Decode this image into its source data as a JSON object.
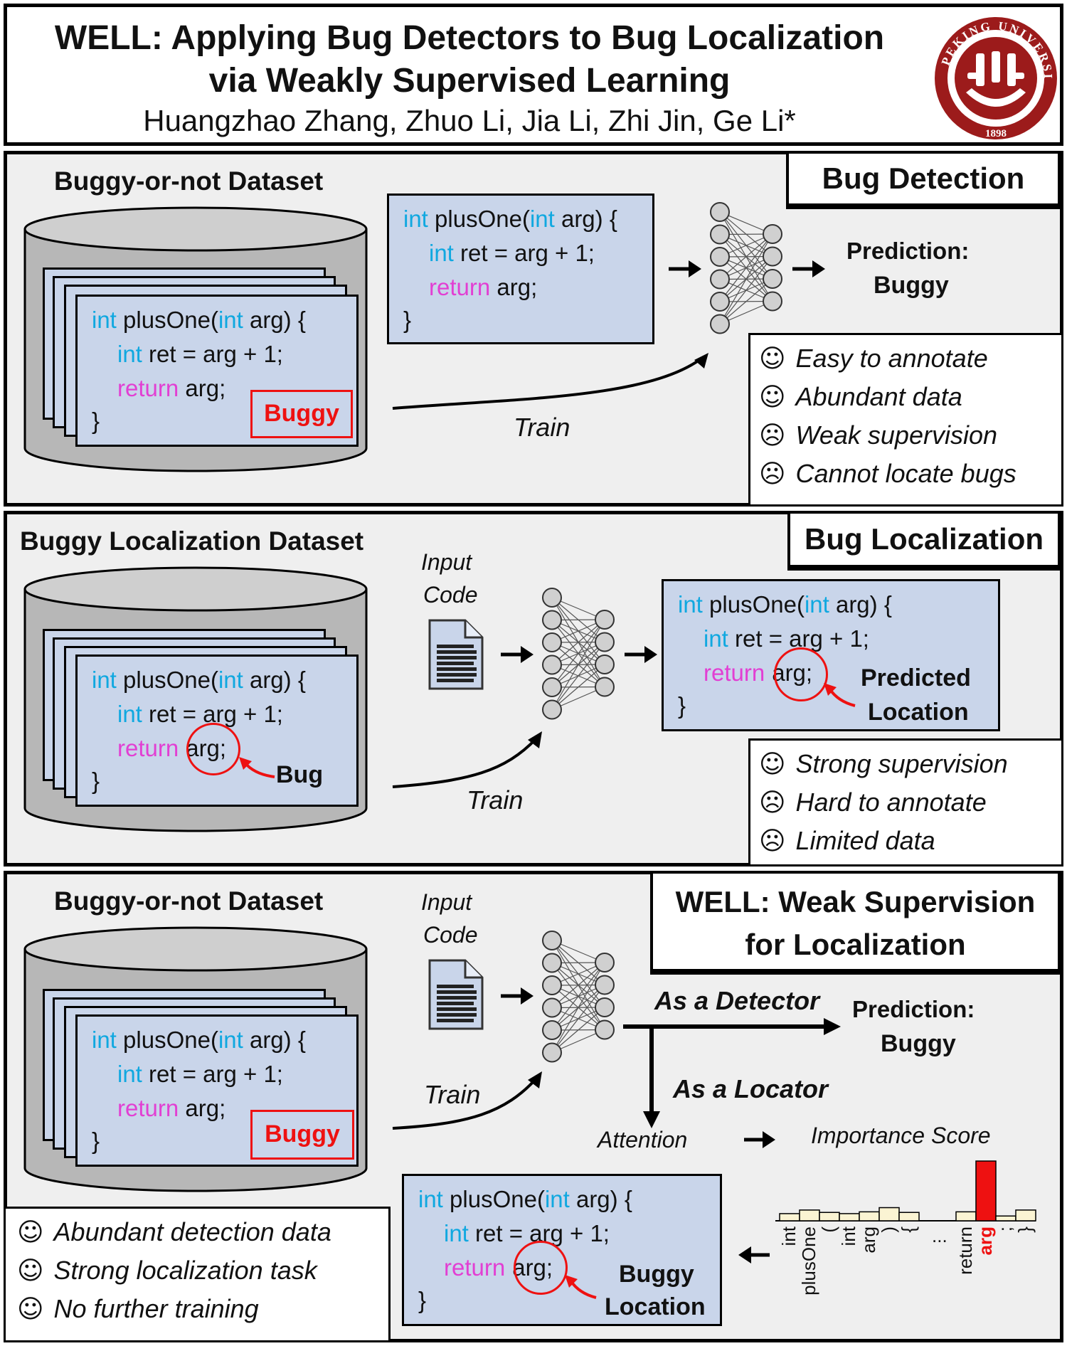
{
  "header": {
    "title_line1": "WELL: Applying Bug Detectors to Bug Localization",
    "title_line2": "via Weakly Supervised Learning",
    "authors": "Huangzhao Zhang, Zhuo Li, Jia Li, Zhi Jin, Ge Li*",
    "logo": {
      "university_text": "PEKING UNIVERSITY",
      "year": "1898"
    }
  },
  "code_sample": {
    "line1_kw": "int",
    "line1_mid": " plusOne(",
    "line1_kw2": "int",
    "line1_end": " arg) {",
    "line2_kw": "int",
    "line2_end": " ret = arg + 1;",
    "line3_kw": "return",
    "line3_end": " arg;",
    "line3_end_nospace": "arg;",
    "line4": "}"
  },
  "panel1": {
    "tag": "Bug Detection",
    "dataset_label": "Buggy-or-not Dataset",
    "dataset_label_badge": "Buggy",
    "train_label": "Train",
    "prediction_label": "Prediction:",
    "prediction_value": "Buggy",
    "props": [
      {
        "icon": "☺",
        "text": "Easy to annotate"
      },
      {
        "icon": "☺",
        "text": "Abundant data"
      },
      {
        "icon": "☹",
        "text": "Weak supervision"
      },
      {
        "icon": "☹",
        "text": "Cannot locate bugs"
      }
    ]
  },
  "panel2": {
    "tag": "Bug Localization",
    "dataset_label": "Buggy Localization Dataset",
    "bug_label": "Bug",
    "input_label_1": "Input",
    "input_label_2": "Code",
    "train_label": "Train",
    "predicted_1": "Predicted",
    "predicted_2": "Location",
    "props": [
      {
        "icon": "☺",
        "text": "Strong supervision"
      },
      {
        "icon": "☹",
        "text": "Hard to annotate"
      },
      {
        "icon": "☹",
        "text": "Limited data"
      }
    ]
  },
  "panel3": {
    "tag_line1": "WELL: Weak Supervision",
    "tag_line2": "for Localization",
    "dataset_label": "Buggy-or-not Dataset",
    "dataset_label_badge": "Buggy",
    "input_label_1": "Input",
    "input_label_2": "Code",
    "train_label": "Train",
    "as_detector": "As a Detector",
    "as_locator": "As a Locator",
    "prediction_label": "Prediction:",
    "prediction_value": "Buggy",
    "attention": "Attention",
    "importance": "Importance Score",
    "buggy_loc_1": "Buggy",
    "buggy_loc_2": "Location",
    "props": [
      {
        "icon": "☺",
        "text": "Abundant detection data"
      },
      {
        "icon": "☺",
        "text": "Strong localization task"
      },
      {
        "icon": "☺",
        "text": "No further training"
      }
    ]
  },
  "chart_data": {
    "type": "bar",
    "title": "Importance Score",
    "categories": [
      "int",
      "plusOne",
      "(",
      "int",
      "arg",
      ")",
      "{",
      "...",
      "return",
      "arg",
      ";",
      "}"
    ],
    "values": [
      0.12,
      0.18,
      0.14,
      0.12,
      0.15,
      0.22,
      0.14,
      null,
      0.15,
      1.0,
      0.08,
      0.18
    ],
    "highlight_index": 9,
    "highlight_color": "#ee1111",
    "bar_color": "#fbf4d3"
  }
}
